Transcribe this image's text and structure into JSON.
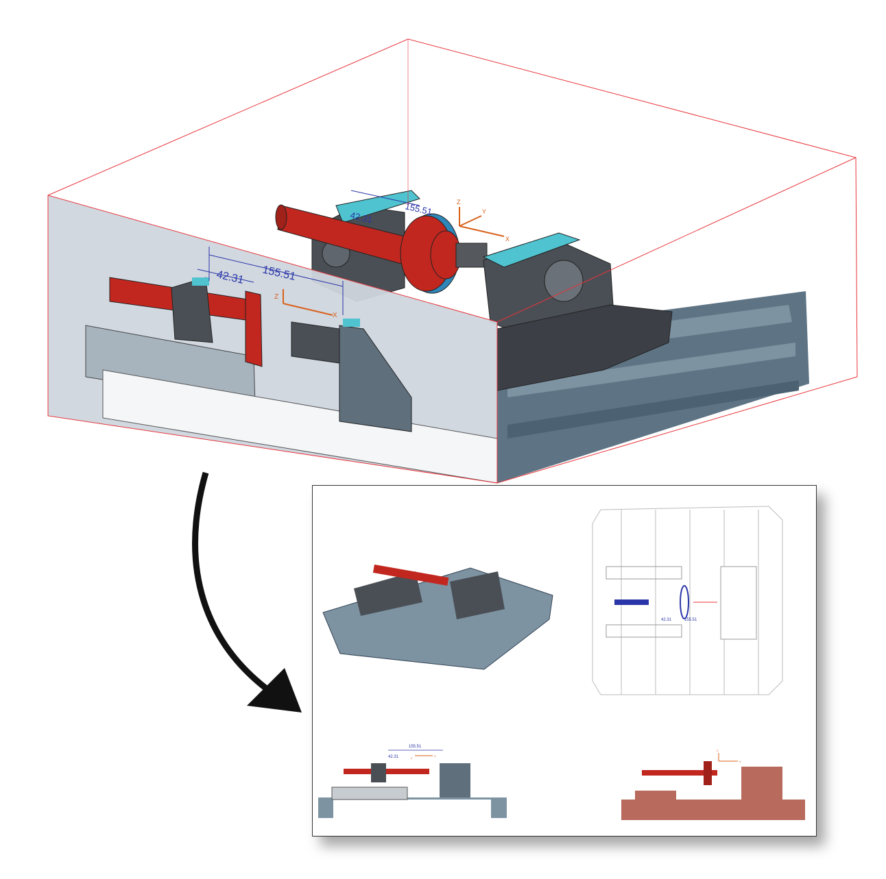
{
  "model_view": {
    "dimensions": {
      "short": "42.31",
      "long": "155.51"
    },
    "section_dimensions": {
      "short": "42.31",
      "long": "155.51"
    },
    "axes": {
      "z": "Z",
      "x": "X",
      "y": "Y"
    },
    "colors": {
      "bounding_box": "#e8343a",
      "section_plane": "#cfd6de",
      "shaft": "#c1271f",
      "fixture": "#4a4f55",
      "table": "#5e7484",
      "clamp": "#4fc3cf",
      "dimension": "#2a35a8",
      "axis": "#d9601a"
    }
  },
  "drawing_sheet": {
    "top_view_dimensions": {
      "short": "42.31",
      "long": "155.51"
    },
    "front_view_dimensions": {
      "short": "42.31",
      "long": "155.51"
    },
    "front_view_axes": {
      "z": "Z",
      "x": "X"
    },
    "section_view_axes": {
      "z": "Z",
      "x": "X"
    }
  }
}
